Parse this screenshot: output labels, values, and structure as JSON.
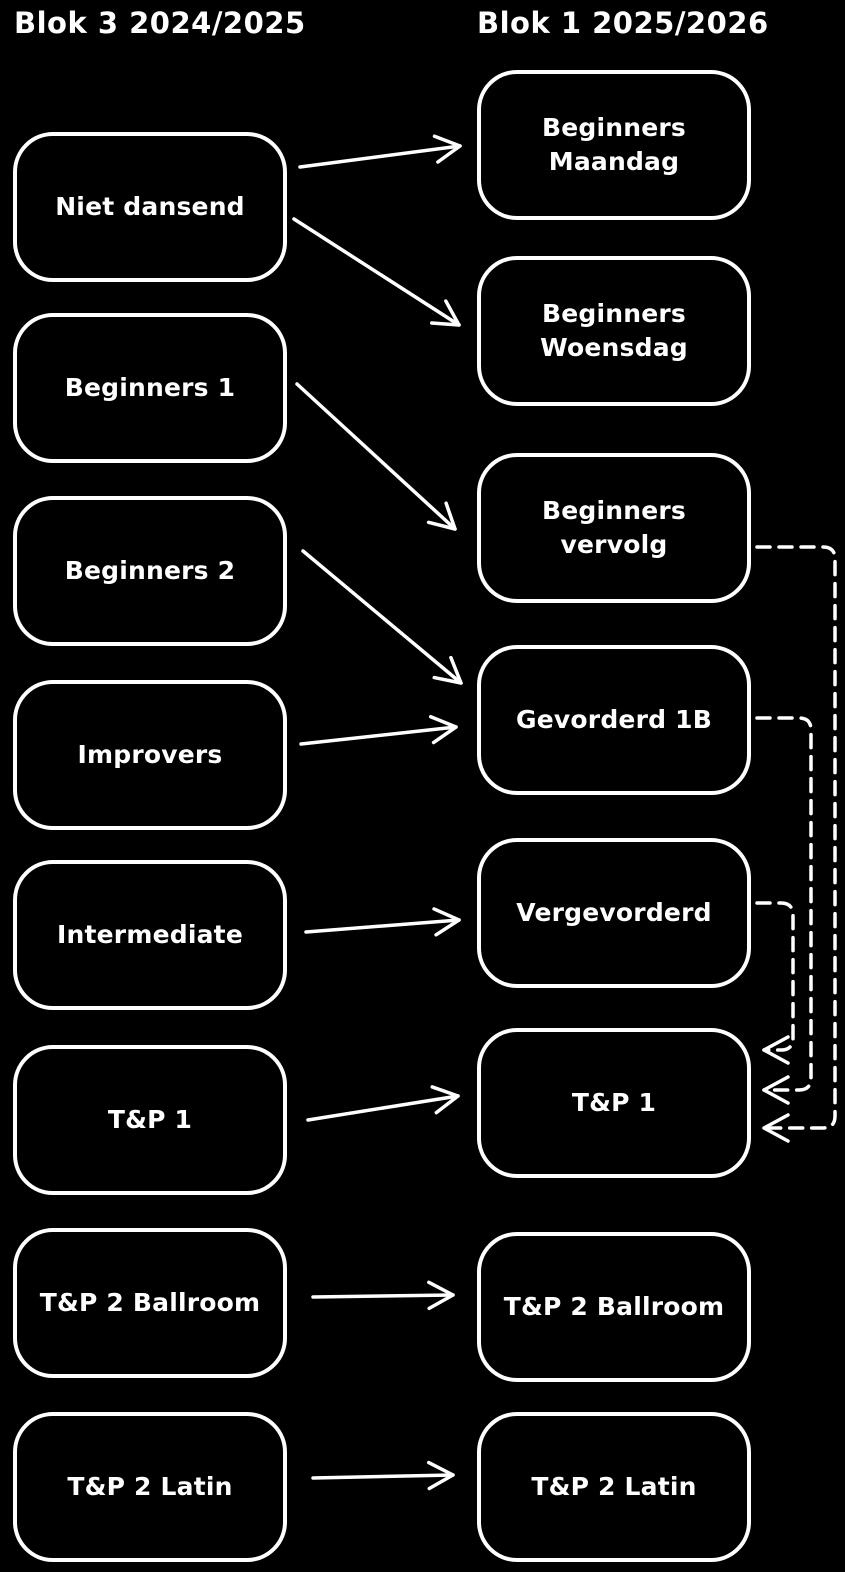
{
  "canvas": {
    "background_color": "#000000",
    "ink_color": "#ffffff"
  },
  "columns": {
    "left": {
      "header": "Blok 3 2024/2025",
      "items": [
        "Niet dansend",
        "Beginners 1",
        "Beginners 2",
        "Improvers",
        "Intermediate",
        "T&P 1",
        "T&P 2 Ballroom",
        "T&P 2 Latin"
      ]
    },
    "right": {
      "header": "Blok 1 2025/2026",
      "items": [
        "Beginners\nMaandag",
        "Beginners\nWoensdag",
        "Beginners vervolg",
        "Gevorderd 1B",
        "Vergevorderd",
        "T&P 1",
        "T&P 2 Ballroom",
        "T&P 2 Latin"
      ]
    }
  },
  "connections": {
    "solid": [
      {
        "from": "Niet dansend",
        "to": "Beginners Maandag"
      },
      {
        "from": "Niet dansend",
        "to": "Beginners Woensdag"
      },
      {
        "from": "Beginners 1",
        "to": "Beginners vervolg"
      },
      {
        "from": "Beginners 2",
        "to": "Gevorderd 1B"
      },
      {
        "from": "Improvers",
        "to": "Gevorderd 1B"
      },
      {
        "from": "Intermediate",
        "to": "Vergevorderd"
      },
      {
        "from": "T&P 1",
        "to": "T&P 1"
      },
      {
        "from": "T&P 2 Ballroom",
        "to": "T&P 2 Ballroom"
      },
      {
        "from": "T&P 2 Latin",
        "to": "T&P 2 Latin"
      }
    ],
    "dashed": [
      {
        "from": "Beginners vervolg",
        "to": "T&P 1"
      },
      {
        "from": "Gevorderd 1B",
        "to": "T&P 1"
      },
      {
        "from": "Vergevorderd",
        "to": "T&P 1"
      }
    ]
  }
}
